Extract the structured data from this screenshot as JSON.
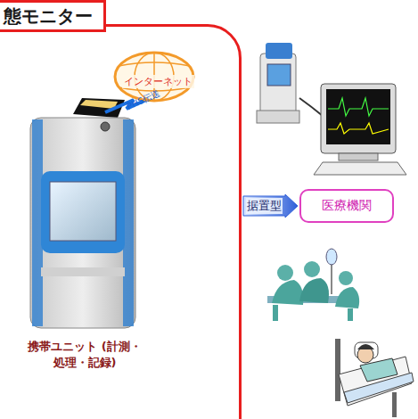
{
  "diagram": {
    "title": "態モニター",
    "nodes": [
      {
        "text": [
          "携帯ユニット (計測・処理・記録)"
        ]
      },
      {
        "text": [
          "インターネット"
        ],
        "in": 0
      },
      {
        "text": [
          "医療機関"
        ]
      }
    ],
    "edges": [
      {
        "from": 0,
        "to": 2,
        "label": "据置型",
        "arrow": "to"
      }
    ],
    "labels": [
      "PHS伝送"
    ]
  }
}
